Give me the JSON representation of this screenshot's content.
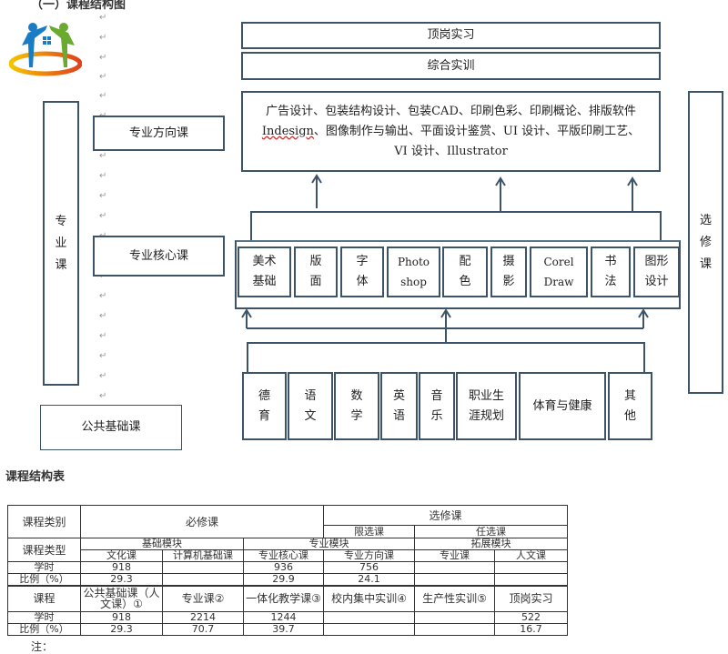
{
  "section_title": "（一）课程结构图",
  "paragraph_mark": "↵",
  "logo": {
    "icon": "house-people-logo-icon",
    "colors": {
      "blue": "#1a7cc4",
      "green": "#6aaa2e",
      "ring_start": "#f5c400",
      "ring_end": "#e2401c"
    }
  },
  "diagram": {
    "border_color": "#3d5468",
    "left_labels": {
      "major_course": "专\n业\n课",
      "direction_course": "专业方向课",
      "core_course": "专业核心课",
      "public_basic_course": "公共基础课"
    },
    "right_label": {
      "elective_course": "选\n修\n课"
    },
    "top_boxes": {
      "internship": "顶岗实习",
      "comprehensive_training": "综合实训"
    },
    "direction_courses_text": {
      "line1": "广告设计、包装结构设计、包装CAD、印刷色彩、印刷概论、排版软件",
      "line2_underlined": "Indesign",
      "line2_rest": "、图像制作与输出、平面设计鉴赏、UI 设计、平版印刷工艺、",
      "line3": "VI 设计、Illustrator"
    },
    "core_courses": [
      {
        "l1": "美术",
        "l2": "基础"
      },
      {
        "l1": "版",
        "l2": "面"
      },
      {
        "l1": "字",
        "l2": "体"
      },
      {
        "l1": "Photo",
        "l2": "shop"
      },
      {
        "l1": "配",
        "l2": "色"
      },
      {
        "l1": "摄",
        "l2": "影"
      },
      {
        "l1": "Corel",
        "l2": "Draw"
      },
      {
        "l1": "书",
        "l2": "法"
      },
      {
        "l1": "图形",
        "l2": "设计"
      }
    ],
    "basic_courses": [
      {
        "l1": "德",
        "l2": "育"
      },
      {
        "l1": "语",
        "l2": "文"
      },
      {
        "l1": "数",
        "l2": "学"
      },
      {
        "l1": "英",
        "l2": "语"
      },
      {
        "l1": "音",
        "l2": "乐"
      },
      {
        "l1": "职业生",
        "l2": "涯规划"
      },
      {
        "l1": "体育与健康",
        "l2": ""
      },
      {
        "l1": "其",
        "l2": "他"
      }
    ]
  },
  "table_title": "课程结构表",
  "table": {
    "row_category": {
      "label": "课程类别",
      "required": "必修课",
      "elective": "选修课"
    },
    "row_elective_split": {
      "limited": "限选课",
      "optional": "任选课"
    },
    "row_type": {
      "label": "课程类型",
      "basic_module": "基础模块",
      "major_module": "专业模块",
      "extension_module": "拓展模块"
    },
    "row_subtypes": {
      "culture": "文化课",
      "computer_basic": "计算机基础课",
      "major_core": "专业核心课",
      "major_direction": "专业方向课",
      "major": "专业课",
      "humanities": "人文课"
    },
    "row_hours": {
      "label": "学时",
      "values": [
        "918",
        "",
        "936",
        "756",
        "",
        ""
      ]
    },
    "row_ratio": {
      "label": "比例（%）",
      "values": [
        "29.3",
        "",
        "29.9",
        "24.1",
        "",
        ""
      ]
    },
    "row_course": {
      "label": "课程",
      "values": [
        "公共基础课（人文课）①",
        "专业课②",
        "一体化教学课③",
        "校内集中实训④",
        "生产性实训⑤",
        "顶岗实习"
      ]
    },
    "row_hours2": {
      "label": "学时",
      "values": [
        "918",
        "2214",
        "1244",
        "",
        "",
        "522"
      ]
    },
    "row_ratio2": {
      "label": "比例（%）",
      "values": [
        "29.3",
        "70.7",
        "39.7",
        "",
        "",
        "16.7"
      ]
    }
  },
  "note_label": "注："
}
